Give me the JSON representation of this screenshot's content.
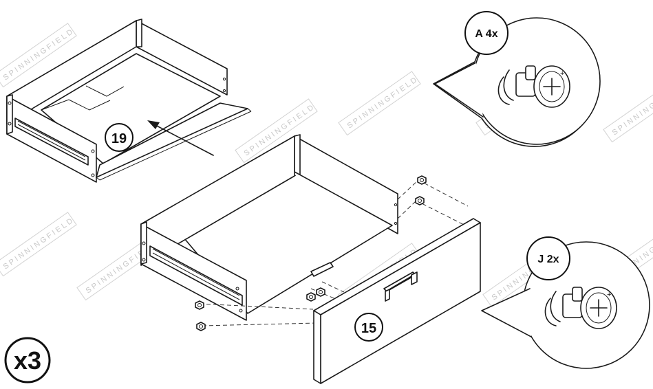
{
  "watermark": {
    "text": "SPINNINGFIELD"
  },
  "parts": {
    "shelf_label": "19",
    "front_label": "15"
  },
  "hardware": {
    "cam_a_label": "A 4x",
    "cam_j_label": "J 2x"
  },
  "quantity": {
    "label": "x3"
  }
}
